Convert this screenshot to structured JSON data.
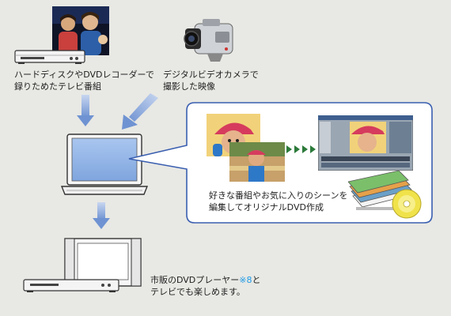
{
  "sources": {
    "tv_recorder": {
      "line1": "ハードディスクやDVDレコーダーで",
      "line2": "録りためたテレビ番組"
    },
    "camcorder": {
      "line1": "デジタルビデオカメラで",
      "line2": "撮影した映像"
    }
  },
  "callout": {
    "line1": "好きな番組やお気に入りのシーンを",
    "line2": "編集してオリジナルDVD作成"
  },
  "output": {
    "line1_prefix": "市販のDVDプレーヤー",
    "footnote": "※8",
    "line1_suffix": "と",
    "line2": "テレビでも楽しめます。"
  },
  "colors": {
    "arrow": "#6f93d2",
    "callout_border": "#3a5fb0",
    "footnote": "#1e9be6",
    "laptop_screen": "#93b7e8"
  }
}
